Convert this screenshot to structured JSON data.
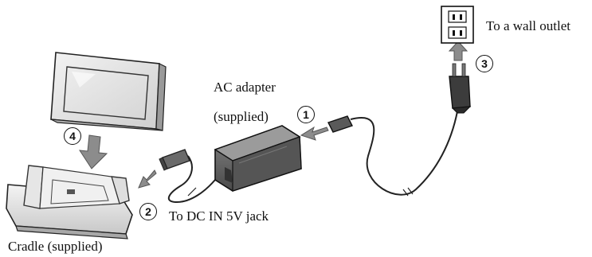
{
  "labels": {
    "wall_outlet": "To a wall outlet",
    "ac_adapter_line1": "AC adapter",
    "ac_adapter_line2": "(supplied)",
    "dc_in_jack": "To DC IN 5V jack",
    "cradle": "Cradle (supplied)"
  },
  "steps": {
    "step1": "1",
    "step2": "2",
    "step3": "3",
    "step4": "4"
  }
}
